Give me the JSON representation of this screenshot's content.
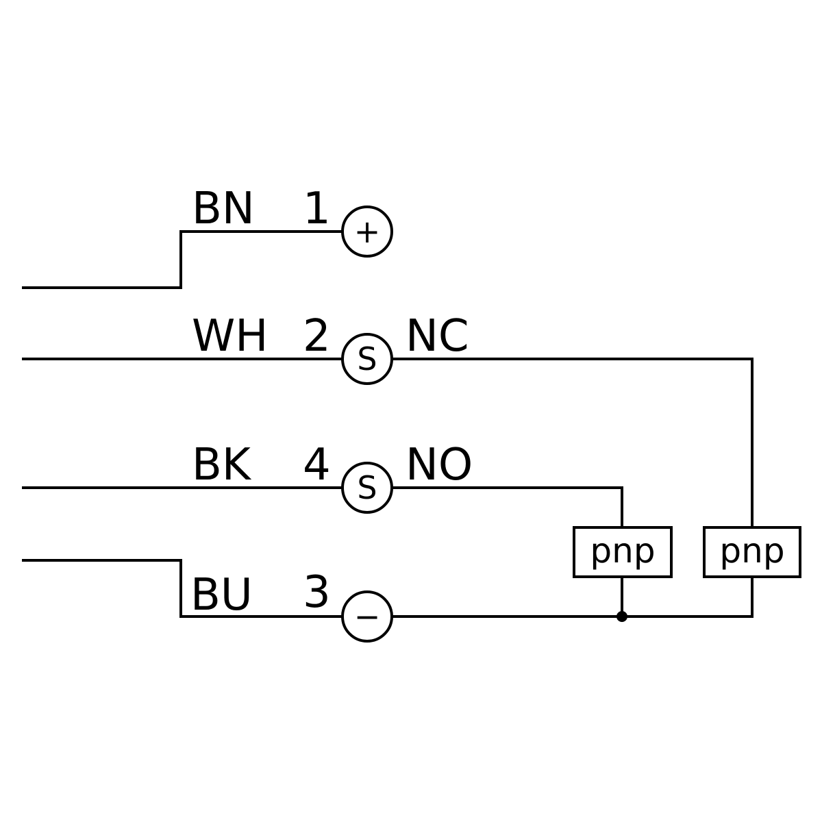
{
  "wires": [
    {
      "color": "BN",
      "pin": "1",
      "terminal": "+"
    },
    {
      "color": "WH",
      "pin": "2",
      "terminal": "S",
      "output": "NC"
    },
    {
      "color": "BK",
      "pin": "4",
      "terminal": "S",
      "output": "NO"
    },
    {
      "color": "BU",
      "pin": "3",
      "terminal": "−"
    }
  ],
  "loads": [
    {
      "label": "pnp"
    },
    {
      "label": "pnp"
    }
  ]
}
